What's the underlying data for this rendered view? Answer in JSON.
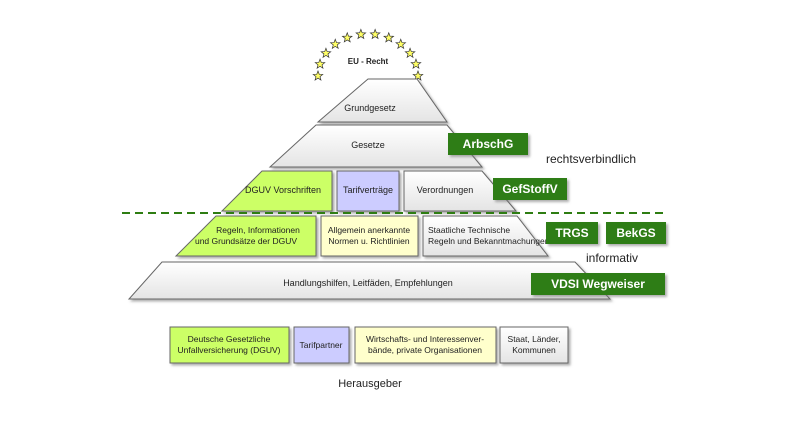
{
  "eu": {
    "label": "EU - Recht"
  },
  "pyramid": {
    "tier1": "Grundgesetz",
    "tier2": "Gesetze",
    "tier3": {
      "dguv": "DGUV Vorschriften",
      "tarif": "Tarifverträge",
      "verord": "Verordnungen"
    },
    "tier4": {
      "regeln": [
        "Regeln, Informationen",
        "und Grundsätze der DGUV"
      ],
      "normen": [
        "Allgemein anerkannte",
        "Normen u. Richtlinien"
      ],
      "tech": [
        "Staatliche Technische",
        "Regeln und Bekanntmachungen"
      ]
    },
    "base": "Handlungshilfen,  Leitfäden,  Empfehlungen"
  },
  "tags": {
    "arbschg": "ArbschG",
    "gefstoffv": "GefStoffV",
    "trgs": "TRGS",
    "bekgs": "BekGS",
    "vdsi": "VDSI Wegweiser"
  },
  "side_labels": {
    "binding": "rechtsverbindlich",
    "info": "informativ"
  },
  "publishers": {
    "dguv": [
      "Deutsche Gesetzliche",
      "Unfallversicherung (DGUV)"
    ],
    "tarif": "Tarifpartner",
    "wirtschaft": [
      "Wirtschafts- und Interessenver-",
      "bände, private Organisationen"
    ],
    "staat": [
      "Staat, Länder,",
      "Kommunen"
    ],
    "caption": "Herausgeber"
  },
  "colors": {
    "green_light": "#ccff66",
    "yellow_light": "#ffffcc",
    "lavender": "#ccccff",
    "grey_box": "#eeeeee",
    "tag_green": "#2e7d12",
    "star": "#ffff66",
    "dash": "#2e7d12"
  }
}
